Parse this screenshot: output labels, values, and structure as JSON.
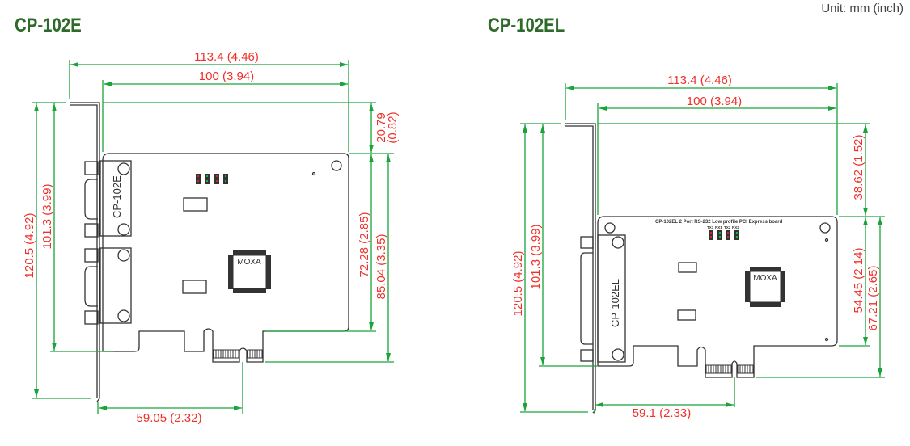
{
  "unit_label": "Unit: mm (inch)",
  "left": {
    "title": "CP-102E",
    "board_label": "CP-102E",
    "chip_label": "MOXA",
    "dims": {
      "overall_width": "113.4 (4.46)",
      "board_width": "100 (3.94)",
      "bracket_height": "120.5 (4.92)",
      "board_height": "101.3 (3.99)",
      "top_offset_a": "20.79",
      "top_offset_b": "(0.82)",
      "board_body_height": "72.28 (2.85)",
      "to_fingers_height": "85.04 (3.35)",
      "key_offset": "59.05 (2.32)"
    }
  },
  "right": {
    "title": "CP-102EL",
    "board_label": "CP-102EL",
    "chip_label": "MOXA",
    "silkscreen": "CP-102EL  2 Port RS-232 Low profile PCI Express board",
    "led_labels": [
      "TX1",
      "RX1",
      "TX2",
      "RX2"
    ],
    "dims": {
      "overall_width": "113.4 (4.46)",
      "board_width": "100 (3.94)",
      "bracket_height": "120.5 (4.92)",
      "board_height": "101.3 (3.99)",
      "top_offset": "38.62 (1.52)",
      "board_body_height": "54.45 (2.14)",
      "to_fingers_height": "67.21 (2.65)",
      "key_offset": "59.1 (2.33)"
    }
  },
  "colors": {
    "dimension": "#1aa33a",
    "dimension_text": "#f0302a",
    "title": "#2e6b2a",
    "led_red": "#e02020",
    "led_green": "#20b040"
  }
}
